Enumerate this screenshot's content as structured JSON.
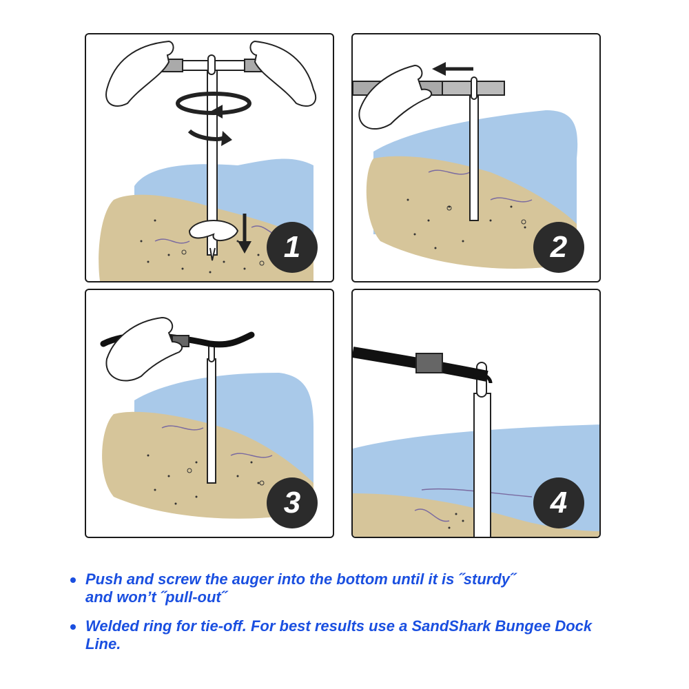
{
  "colors": {
    "water": "#a9c9e9",
    "sand": "#d6c59a",
    "text": "#1a4fe0",
    "badge": "#2b2b2b"
  },
  "steps": [
    {
      "number": "1"
    },
    {
      "number": "2"
    },
    {
      "number": "3"
    },
    {
      "number": "4"
    }
  ],
  "notes": [
    {
      "line1": "Push and screw the auger into the bottom until it is ˝sturdy˝",
      "line2": "and wonʼt ˝pull-out˝"
    },
    {
      "line1": "Welded ring for tie-off. For best results use a SandShark Bungee Dock",
      "line2": "Line."
    }
  ]
}
